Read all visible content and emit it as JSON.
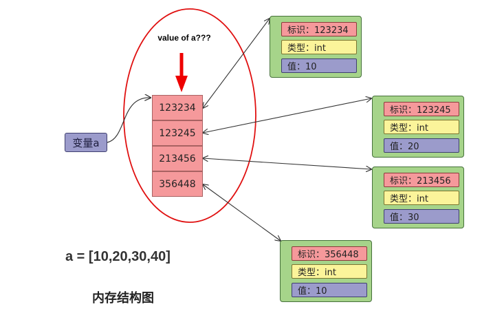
{
  "variable": {
    "label": "变量a"
  },
  "annotation": "value of a???",
  "memory_cells": [
    "123234",
    "123245",
    "213456",
    "356448"
  ],
  "objects": [
    {
      "id_label": "标识：123234",
      "type_label": "类型：int",
      "value_label": "值：10"
    },
    {
      "id_label": "标识：123245",
      "type_label": "类型：int",
      "value_label": "值：20"
    },
    {
      "id_label": "标识：213456",
      "type_label": "类型：int",
      "value_label": "值：30"
    },
    {
      "id_label": "标识：356448",
      "type_label": "类型：int",
      "value_label": "值：10"
    }
  ],
  "expression": "a = [10,20,30,40]",
  "caption": "内存结构图",
  "colors": {
    "cell": "#f5999b",
    "object_box": "#a6d48a",
    "type_field": "#fbf49a",
    "value_field": "#9b9bcb",
    "ellipse": "#e01010",
    "pointer_arrow": "#ee0000"
  }
}
